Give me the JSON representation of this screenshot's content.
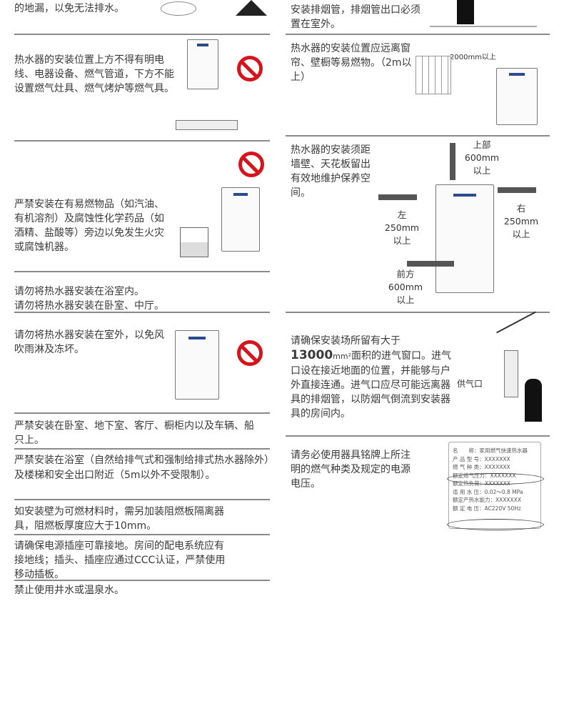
{
  "left": [
    {
      "text": "的地漏，以免无法排水。"
    },
    {
      "text": "热水器的安装位置上方不得有明电线、电器设备、燃气管道，下方不能设置燃气灶具、燃气烤炉等燃气具。"
    },
    {
      "text": "严禁安装在有易燃物品（如汽油、有机溶剂）及腐蚀性化学药品（如酒精、盐酸等）旁边以免发生火灾或腐蚀机器。"
    },
    {
      "line1": "请勿将热水器安装在浴室内。",
      "line2": "请勿将热水器安装在卧室、中厅。"
    },
    {
      "text": "请勿将热水器安装在室外，以免风吹雨淋及冻坏。"
    },
    {
      "text": "严禁安装在卧室、地下室、客厅、橱柜内以及车辆、船只上。"
    },
    {
      "text": "严禁安装在浴室（自然给排气式和强制给排式热水器除外）及楼梯和安全出口附近（5m以外不受限制）。"
    },
    {
      "text": "如安装壁为可燃材料时，需另加装阻燃板隔离器具，阻燃板厚度应大于10mm。"
    },
    {
      "text": "请确保电源插座可靠接地。房间的配电系统应有接地线；插头、插座应通过CCC认证，严禁使用移动插板。"
    },
    {
      "text": "禁止使用井水或温泉水。"
    }
  ],
  "right": [
    {
      "text": "安装排烟管，排烟管出口必须置在室外。"
    },
    {
      "text": "热水器的安装位置应远离窗帘、壁橱等易燃物。（2m以上）",
      "label": "2000mm以上"
    },
    {
      "text": "热水器的安装须距墙壁、天花板留出有效地维护保养空间。",
      "top": [
        "上部",
        "600mm",
        "以上"
      ],
      "left": [
        "左",
        "250mm",
        "以上"
      ],
      "right": [
        "右",
        "250mm",
        "以上"
      ],
      "front": [
        "前方",
        "600mm",
        "以上"
      ]
    },
    {
      "pre": "请确保安装场所留有大于",
      "num": "13000",
      "unit": "mm²",
      "post": "面积的进气窗口。进气口设在接近地面的位置，并能够与户外直接连通。进气口应尽可能远离器具的排烟管，以防烟气倒流到安装器具的房间内。",
      "label": "供气口"
    },
    {
      "text": "请务必使用器具铭牌上所注明的燃气种类及规定的电源电压。"
    }
  ],
  "nameplate": {
    "rows": [
      "名　　称：家用燃气快速热水器",
      "产 品 型 号：XXXXXXX",
      "燃 气 种 类：XXXXXXX",
      "额定燃气压力：XXXXXXX",
      "额定热负荷：XXXXXXX",
      "适 用 水 压：0.02～0.8 MPa",
      "额定产热水能力：XXXXXXX",
      "额 定 电 压：AC220V 50Hz"
    ]
  }
}
